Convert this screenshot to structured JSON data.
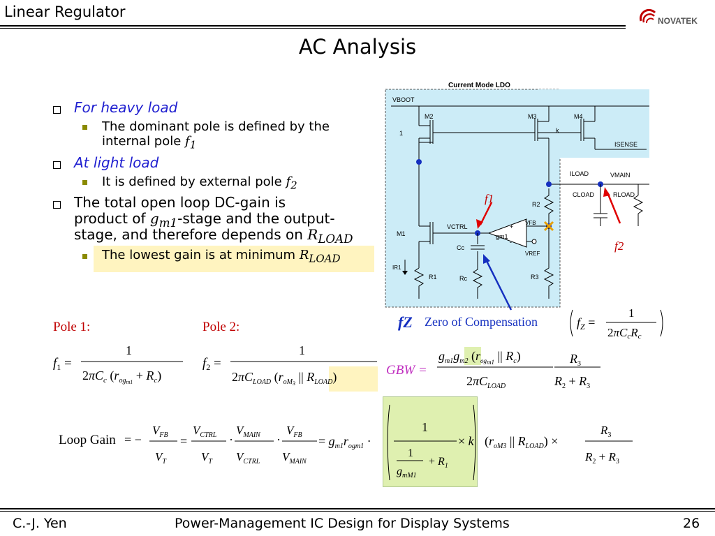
{
  "header": {
    "title": "Linear Regulator",
    "logo_text": "NOVATEK"
  },
  "slide": {
    "title": "AC Analysis"
  },
  "bullets": {
    "b1": {
      "label": "For heavy load",
      "sub": "The dominant pole is defined by the",
      "sub2": "internal pole"
    },
    "b2": {
      "label": "At light load",
      "sub": "It is defined by external pole"
    },
    "b3": {
      "line1": "The total open loop DC-gain is",
      "line2a": "product of",
      "line2b": "-stage and the output-",
      "line3": "stage, and therefore depends on",
      "sub": "The lowest gain is at minimum"
    },
    "f1": "f",
    "f1_sub": "1",
    "f2": "f",
    "f2_sub": "2",
    "gm1": "g",
    "gm1_sub": "m1",
    "rload": "R",
    "rload_sub": "LOAD"
  },
  "circuit": {
    "title": "Current Mode LDO",
    "labels": {
      "vboot": "VBOOT",
      "m2": "M2",
      "m3": "M3",
      "m4": "M4",
      "k": "k",
      "one_a": "1",
      "isense": "ISENSE",
      "iload": "ILOAD",
      "vmain": "VMAIN",
      "cload": "CLOAD",
      "rload": "RLOAD",
      "r2": "R2",
      "m1": "M1",
      "vctrl": "VCTRL",
      "cc": "Cc",
      "gm1": "gm1",
      "vfb": "VFB",
      "vref": "VREF",
      "ir1": "IR1",
      "r1": "R1",
      "rc": "Rc",
      "r3": "R3",
      "plus": "+",
      "minus": "-"
    },
    "f1_label": "f1",
    "f2_label": "f2"
  },
  "zero": {
    "fz": "fZ",
    "text": "Zero of Compensation"
  },
  "poles": {
    "pole1": "Pole 1:",
    "pole2": "Pole 2:",
    "gbw": "GBW ="
  },
  "equations": {
    "loop_gain": "Loop Gain"
  },
  "footer": {
    "author": "C.-J. Yen",
    "course": "Power-Management IC Design for Display Systems",
    "page": "26"
  }
}
